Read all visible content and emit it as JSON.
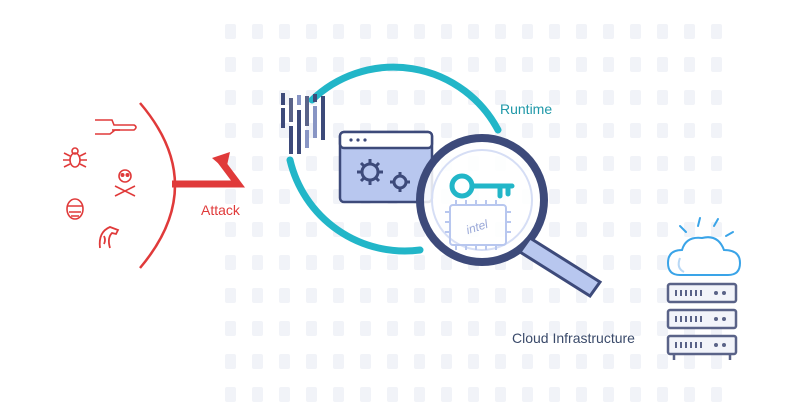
{
  "labels": {
    "runtime": "Runtime",
    "attack": "Attack",
    "cloud": "Cloud Infrastructure",
    "chip": "intel"
  },
  "colors": {
    "teal": "#22b6c8",
    "navy": "#3d4a7a",
    "red": "#e03a3a",
    "slate": "#5a6388",
    "light_blue": "#b8c7ef",
    "cloud_blue": "#3aa4e8"
  },
  "icons": [
    "hand-pointer-icon",
    "bug-icon",
    "skull-crossbones-icon",
    "masked-face-icon",
    "trojan-horse-icon",
    "gear-icon",
    "key-icon",
    "magnifier-icon",
    "cloud-icon",
    "server-rack-icon"
  ]
}
